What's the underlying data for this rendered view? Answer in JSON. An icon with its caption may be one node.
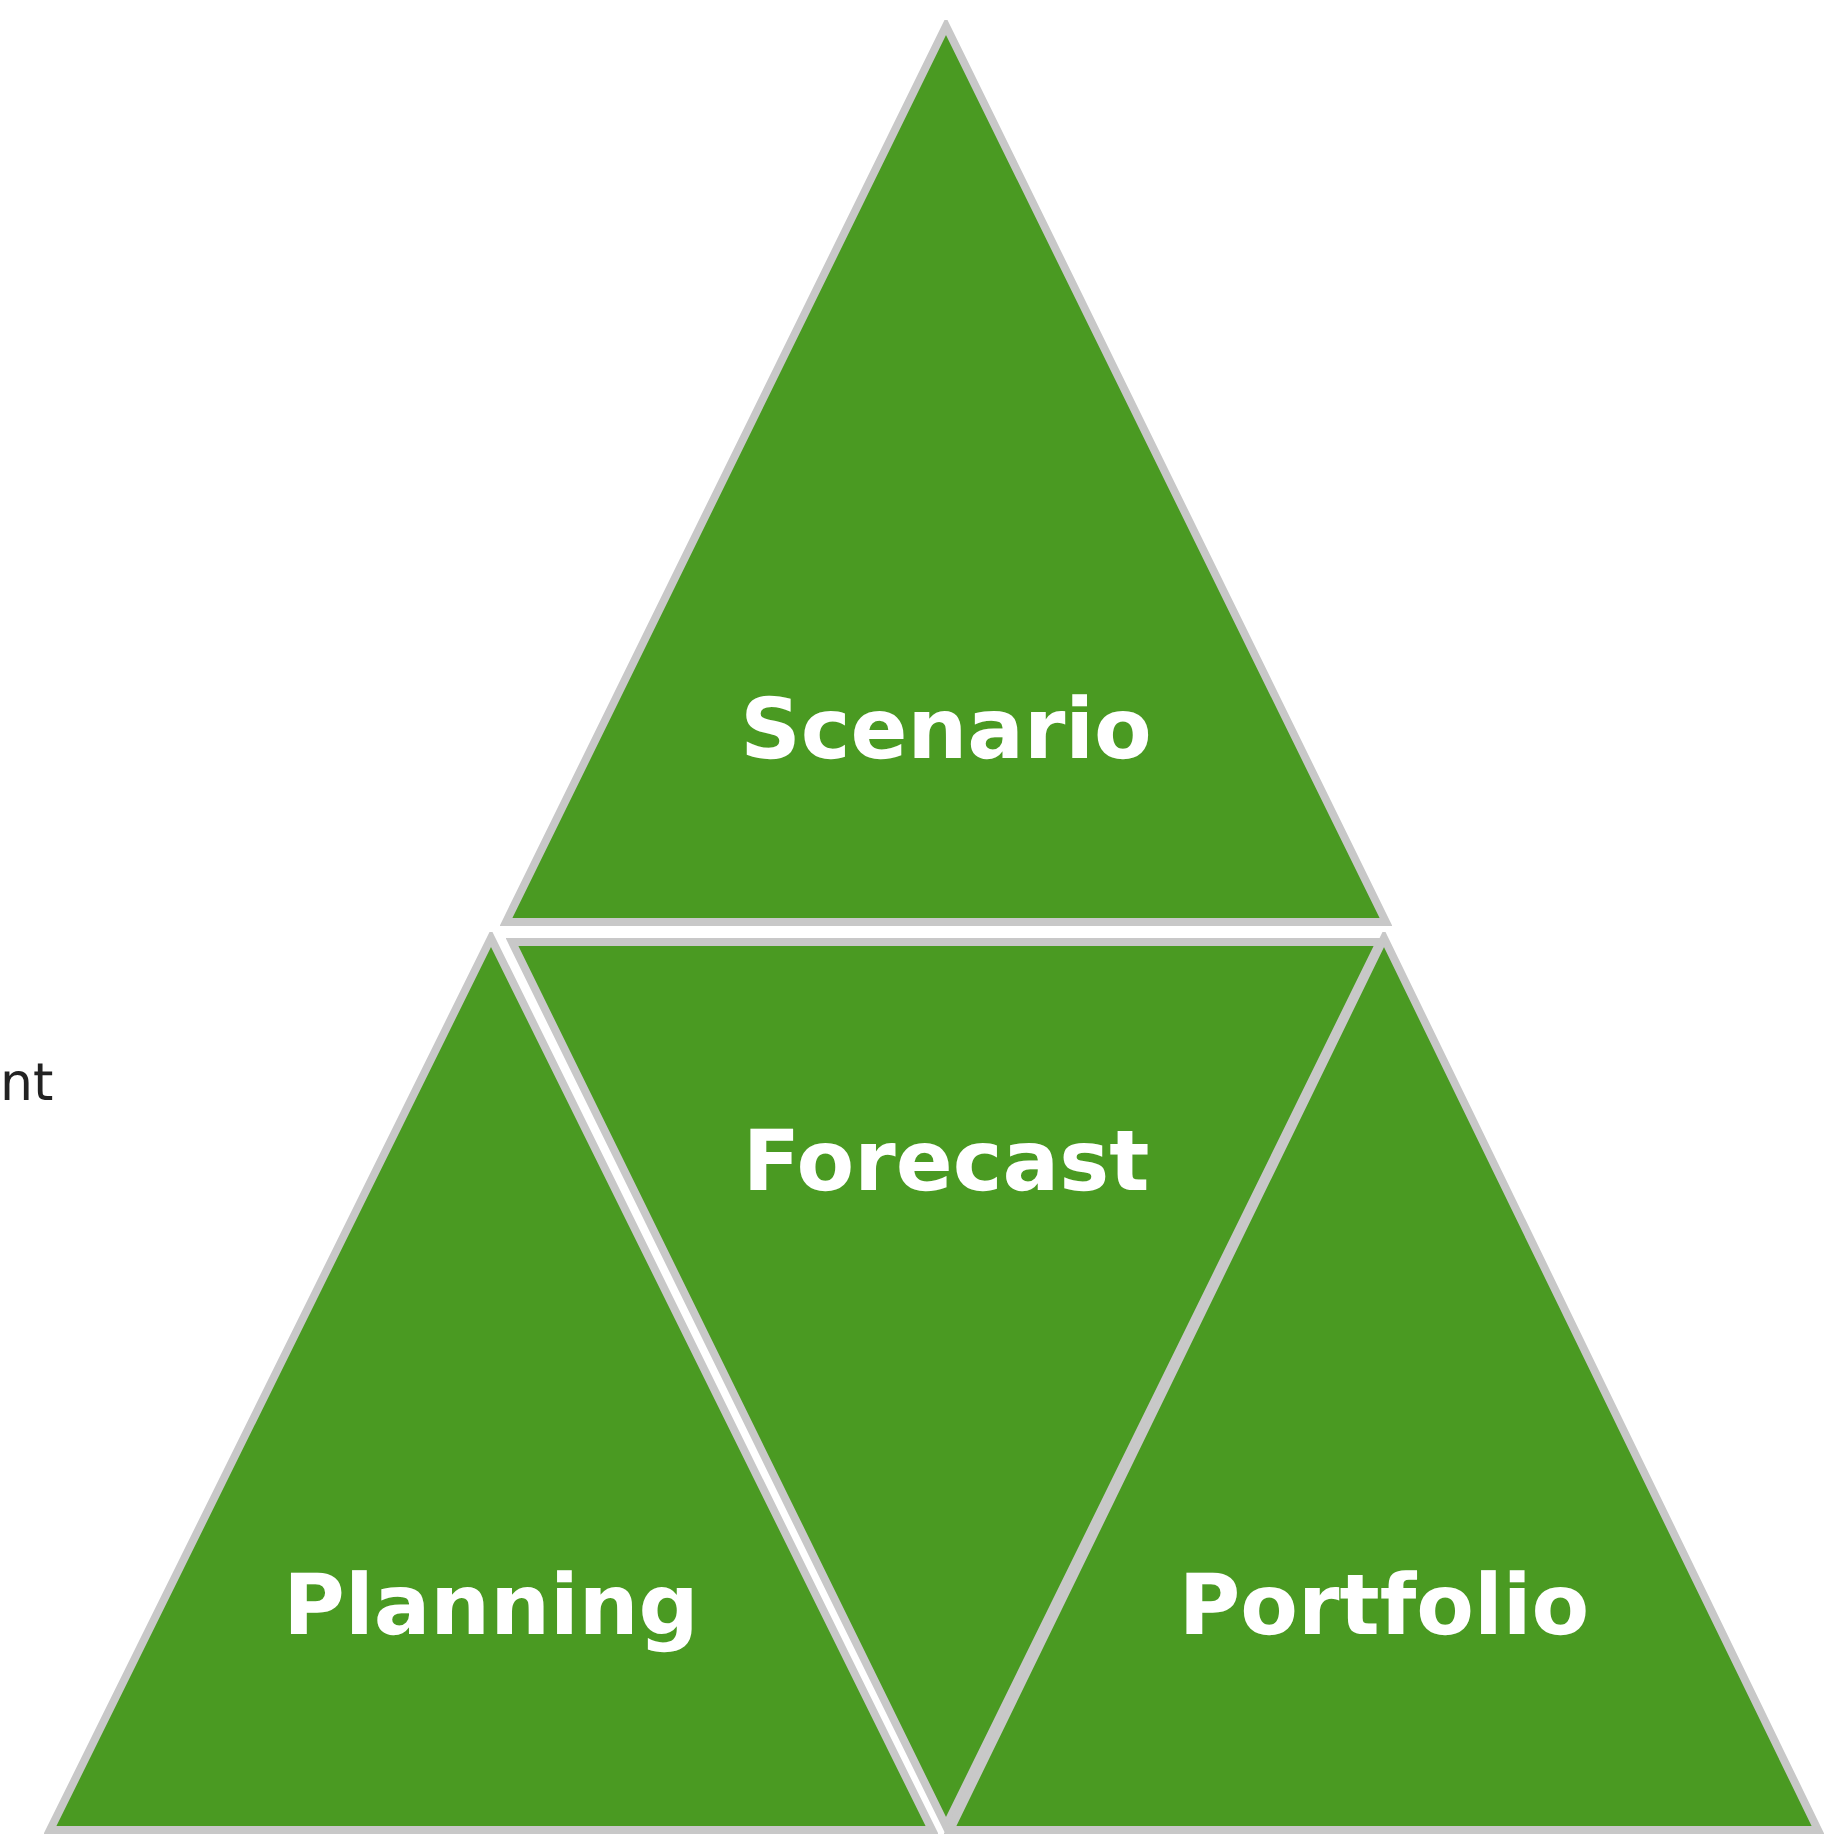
{
  "diagram": {
    "nodes": [
      {
        "text": [
          "Scenario"
        ]
      },
      {
        "text": [
          "Planning"
        ]
      },
      {
        "text": [
          "Forecast"
        ]
      },
      {
        "text": [
          "Portfolio"
        ]
      }
    ],
    "edges": [],
    "labels": [
      "nt"
    ]
  }
}
